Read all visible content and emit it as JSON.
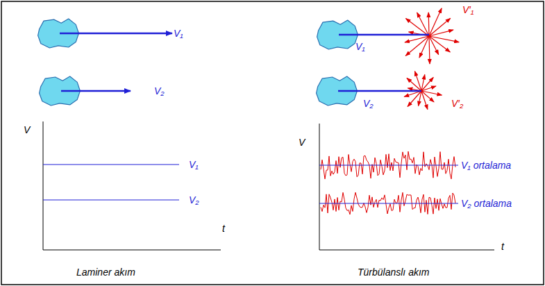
{
  "diagram": {
    "labels": [
      "V₁",
      "V₂",
      "V",
      "V₁",
      "V₂",
      "t",
      "Laminer akım",
      "V₁",
      "V₂",
      "V′₁",
      "V′₂",
      "V",
      "t",
      "V₁ ortalama",
      "V₂ ortalama",
      "Türbülanslı akım"
    ]
  }
}
